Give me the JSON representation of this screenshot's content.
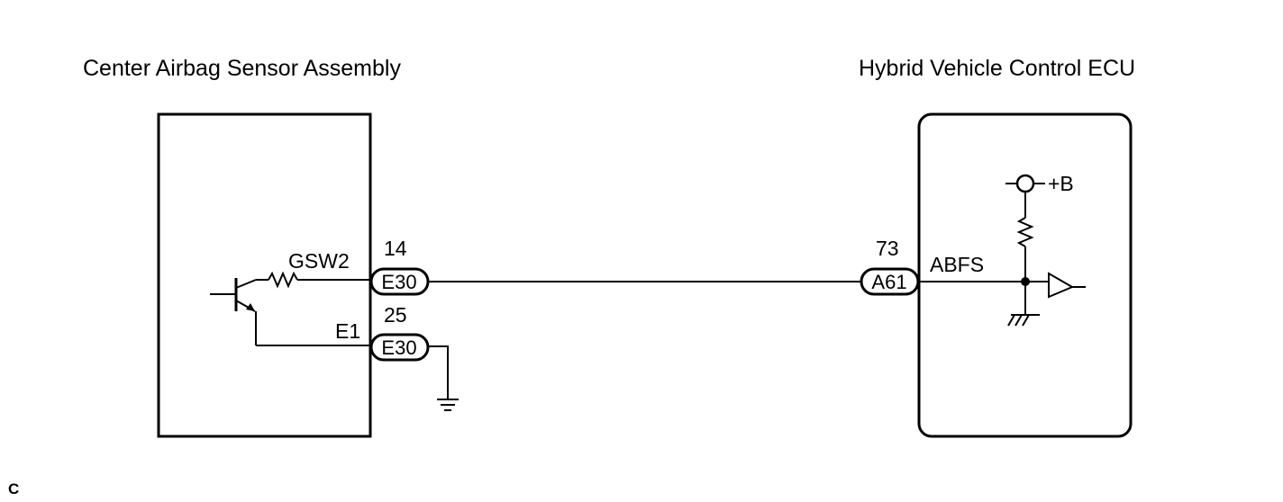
{
  "left_component": {
    "title": "Center Airbag Sensor Assembly",
    "signal_1": "GSW2",
    "signal_2": "E1"
  },
  "right_component": {
    "title": "Hybrid Vehicle Control ECU",
    "signal": "ABFS",
    "supply": "+B"
  },
  "connectors": [
    {
      "pin": "14",
      "code": "E30"
    },
    {
      "pin": "25",
      "code": "E30"
    },
    {
      "pin": "73",
      "code": "A61"
    }
  ],
  "figure_code": "C"
}
